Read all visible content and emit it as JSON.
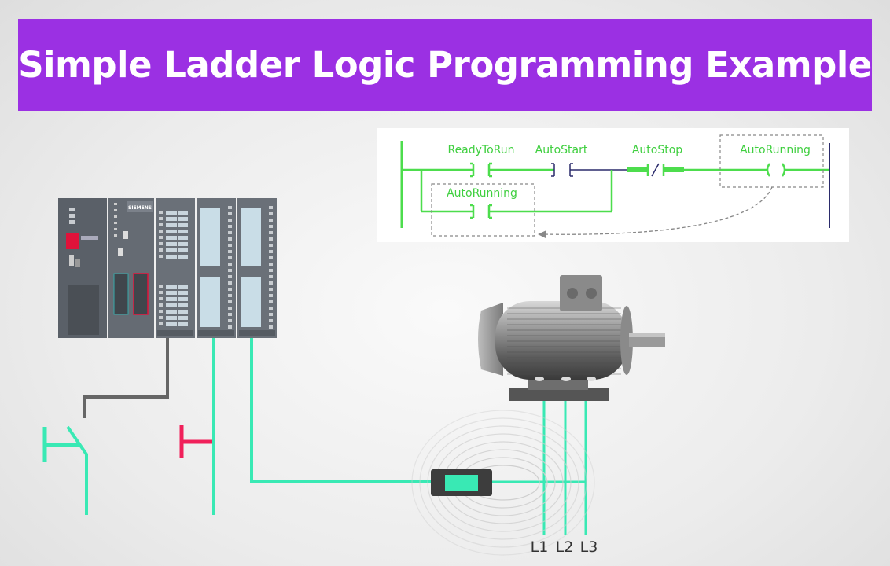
{
  "title": "Simple Ladder Logic Programming Example",
  "ladder": {
    "contact_ready": "ReadyToRun",
    "contact_autostart": "AutoStart",
    "contact_autostop": "AutoStop",
    "coil_autorunning": "AutoRunning",
    "contact_seal": "AutoRunning"
  },
  "plc": {
    "brand": "SIEMENS"
  },
  "motor": {
    "phases": [
      "L1",
      "L2",
      "L3"
    ]
  },
  "colors": {
    "banner": "#9b30e3",
    "wire_energized": "#39e9b4",
    "ladder_green": "#3fcf3f",
    "stop_button": "#f0205a",
    "wire_gray": "#666666"
  }
}
